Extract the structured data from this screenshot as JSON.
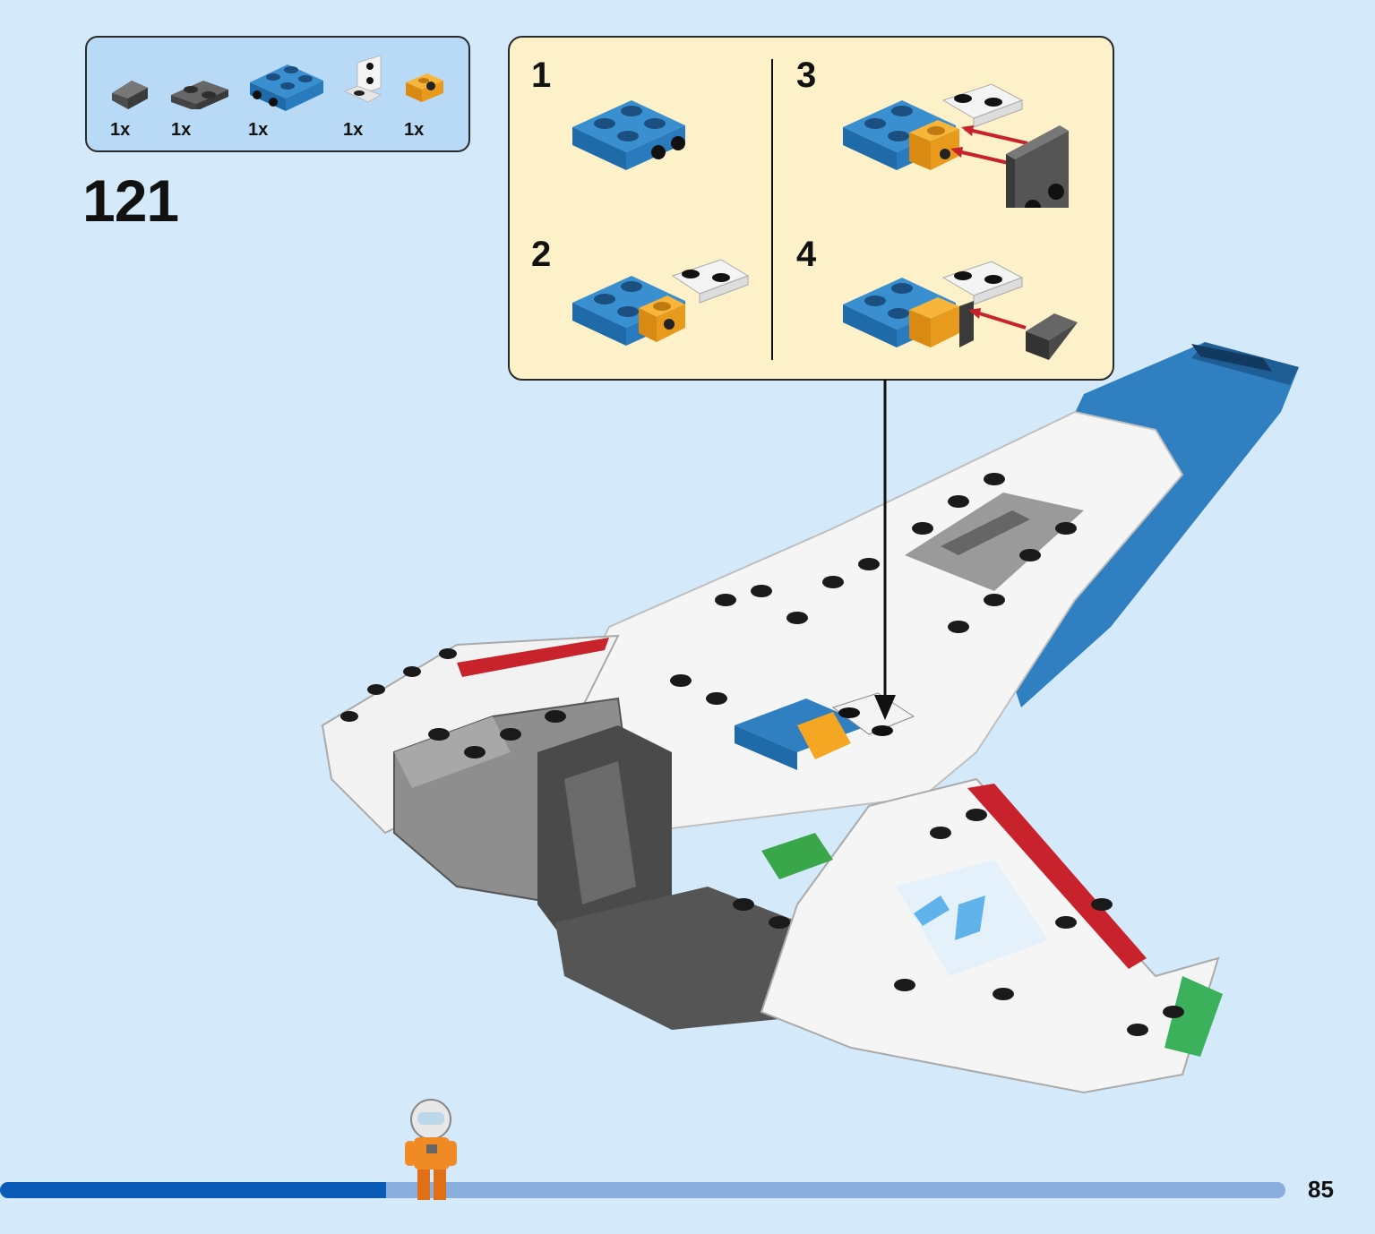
{
  "parts_list": {
    "items": [
      {
        "name": "dark-grey-slope-1x1",
        "qty": "1x",
        "color": "#6b6b6b"
      },
      {
        "name": "dark-grey-plate-1x2",
        "qty": "1x",
        "color": "#5a5a5a"
      },
      {
        "name": "blue-plate-2x2-with-pins",
        "qty": "1x",
        "color": "#2f7fc1"
      },
      {
        "name": "white-bracket-1x2",
        "qty": "1x",
        "color": "#f2f2f2"
      },
      {
        "name": "orange-bracket-1x1",
        "qty": "1x",
        "color": "#f5a623"
      }
    ]
  },
  "step": {
    "number": "121"
  },
  "sub_steps": [
    {
      "number": "1"
    },
    {
      "number": "2"
    },
    {
      "number": "3"
    },
    {
      "number": "4"
    }
  ],
  "progress": {
    "fraction": 0.3
  },
  "page": {
    "number": "85"
  },
  "colors": {
    "background": "#d4eafb",
    "parts_box": "#b9daf6",
    "sub_box": "#fcf1c8",
    "blue_brick": "#2f7fc1",
    "orange_brick": "#f5a623",
    "grey_brick": "#8c8c8c",
    "dark_grey_brick": "#4a4a4a",
    "red_arrow": "#c8232c",
    "progress_fill": "#0a5bb7",
    "progress_track": "#8aaedd"
  }
}
